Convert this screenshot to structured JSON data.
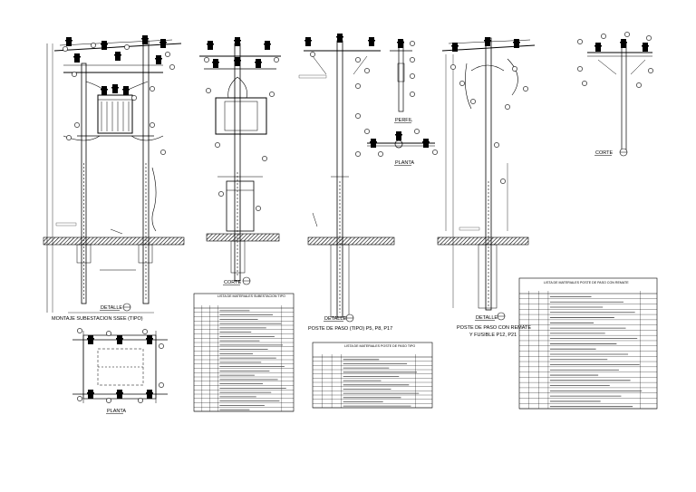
{
  "views": [
    {
      "id": "subestacion",
      "caption_line1": "DETALLE",
      "caption_line2": "MONTAJE SUBESTACION SSEE (TIPO)"
    },
    {
      "id": "planta_subestacion",
      "caption_line1": "PLANTA"
    },
    {
      "id": "corte_transformador",
      "caption_line1": "CORTE"
    },
    {
      "id": "poste_paso",
      "caption_line1": "DETALLE",
      "caption_line2": "POSTE DE PASO (TIPO) P5, P8, P17"
    },
    {
      "id": "perfil",
      "caption_line1": "PERFIL"
    },
    {
      "id": "planta_cruceta",
      "caption_line1": "PLANTA"
    },
    {
      "id": "poste_remate",
      "caption_line1": "DETALLE",
      "caption_line2": "POSTE DE PASO CON REMATE",
      "caption_line3": "Y FUSIBLE P12, P21"
    },
    {
      "id": "corte_cruceta",
      "caption_line1": "CORTE"
    }
  ],
  "tables": [
    {
      "id": "table_subestacion",
      "title": "LISTA DE MATERIALES SUBESTACION TIPO",
      "rows": 24
    },
    {
      "id": "table_poste_paso",
      "title": "LISTA DE MATERIALES POSTE DE PASO TIPO",
      "rows": 12
    },
    {
      "id": "table_poste_remate",
      "title": "LISTA DE MATERIALES POSTE DE PASO CON REMATE",
      "rows": 22
    }
  ]
}
